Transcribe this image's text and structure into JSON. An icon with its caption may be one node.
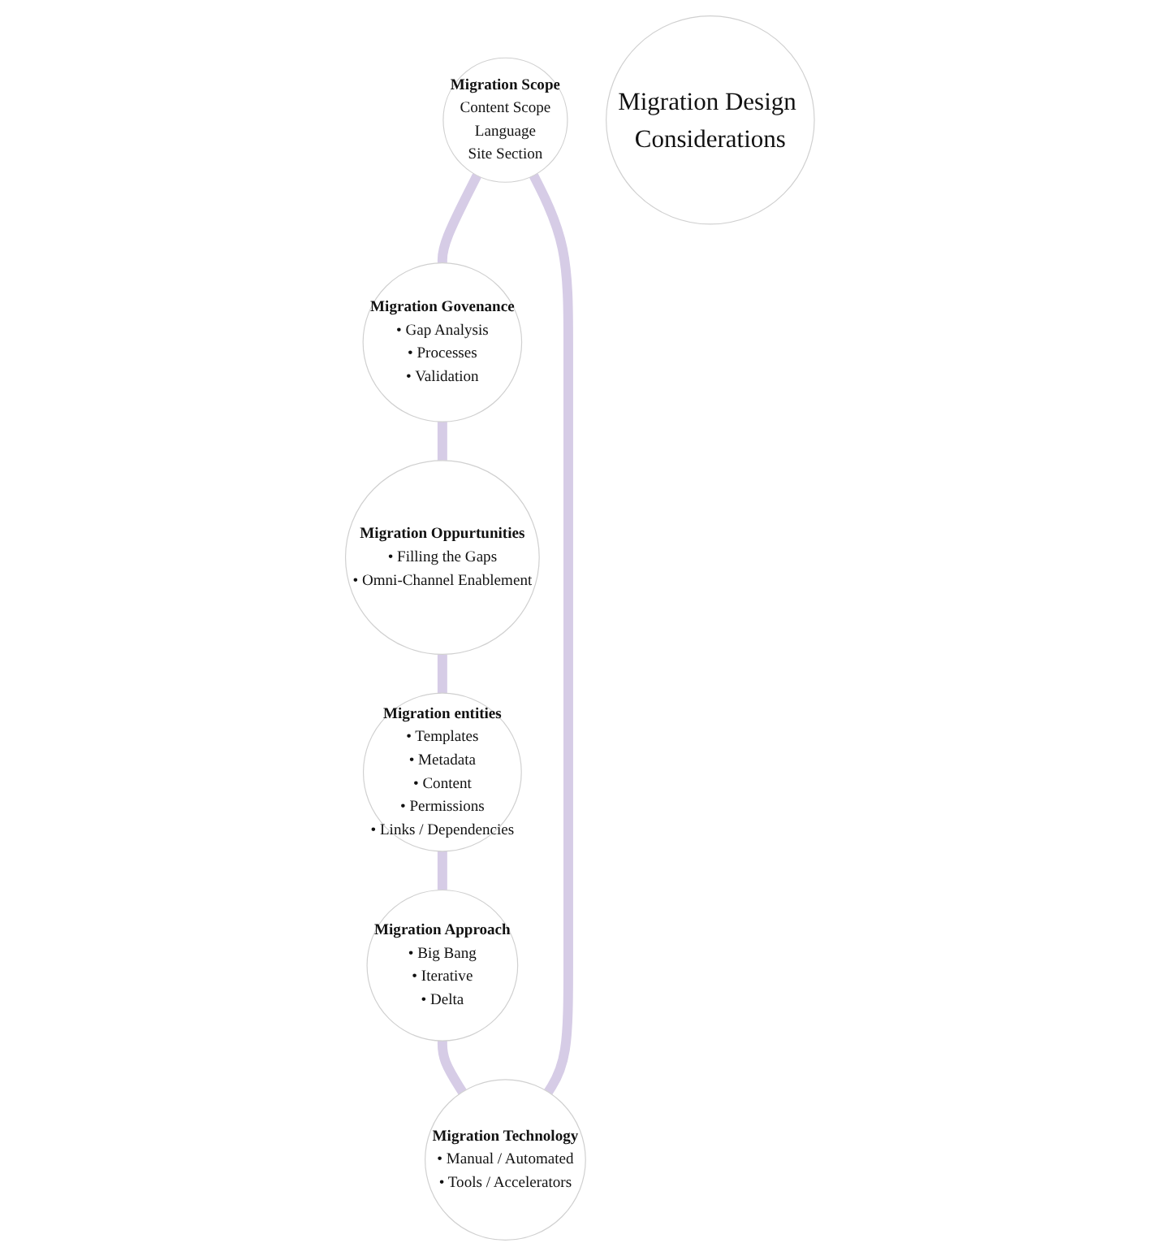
{
  "diagram": {
    "nodes": [
      {
        "text": [
          "Migration Scope",
          "Content Scope",
          "Language",
          "Site Section"
        ]
      },
      {
        "text": [
          "Migration Technology",
          "• Manual / Automated",
          "• Tools / Accelerators"
        ]
      },
      {
        "text": [
          "Migration Govenance",
          "• Gap Analysis",
          "• Processes",
          "• Validation"
        ]
      },
      {
        "text": [
          "Migration Design Considerations"
        ]
      },
      {
        "text": [
          "Migration Approach",
          "• Big Bang",
          "• Iterative",
          "• Delta"
        ]
      },
      {
        "text": [
          "Migration Oppurtunities",
          "• Filling the Gaps",
          "• Omni-Channel Enablement"
        ]
      },
      {
        "text": [
          "Migration entities",
          "• Templates",
          "• Metadata",
          "• Content",
          "• Permissions",
          "• Links / Dependencies"
        ]
      }
    ],
    "edges": [
      {
        "from": 0,
        "to": 2,
        "arrow": "none"
      },
      {
        "from": 2,
        "to": 5,
        "arrow": "none"
      },
      {
        "from": 5,
        "to": 6,
        "arrow": "none"
      },
      {
        "from": 6,
        "to": 4,
        "arrow": "none"
      },
      {
        "from": 4,
        "to": 1,
        "arrow": "none"
      },
      {
        "from": 1,
        "to": 0,
        "arrow": "none"
      }
    ]
  }
}
